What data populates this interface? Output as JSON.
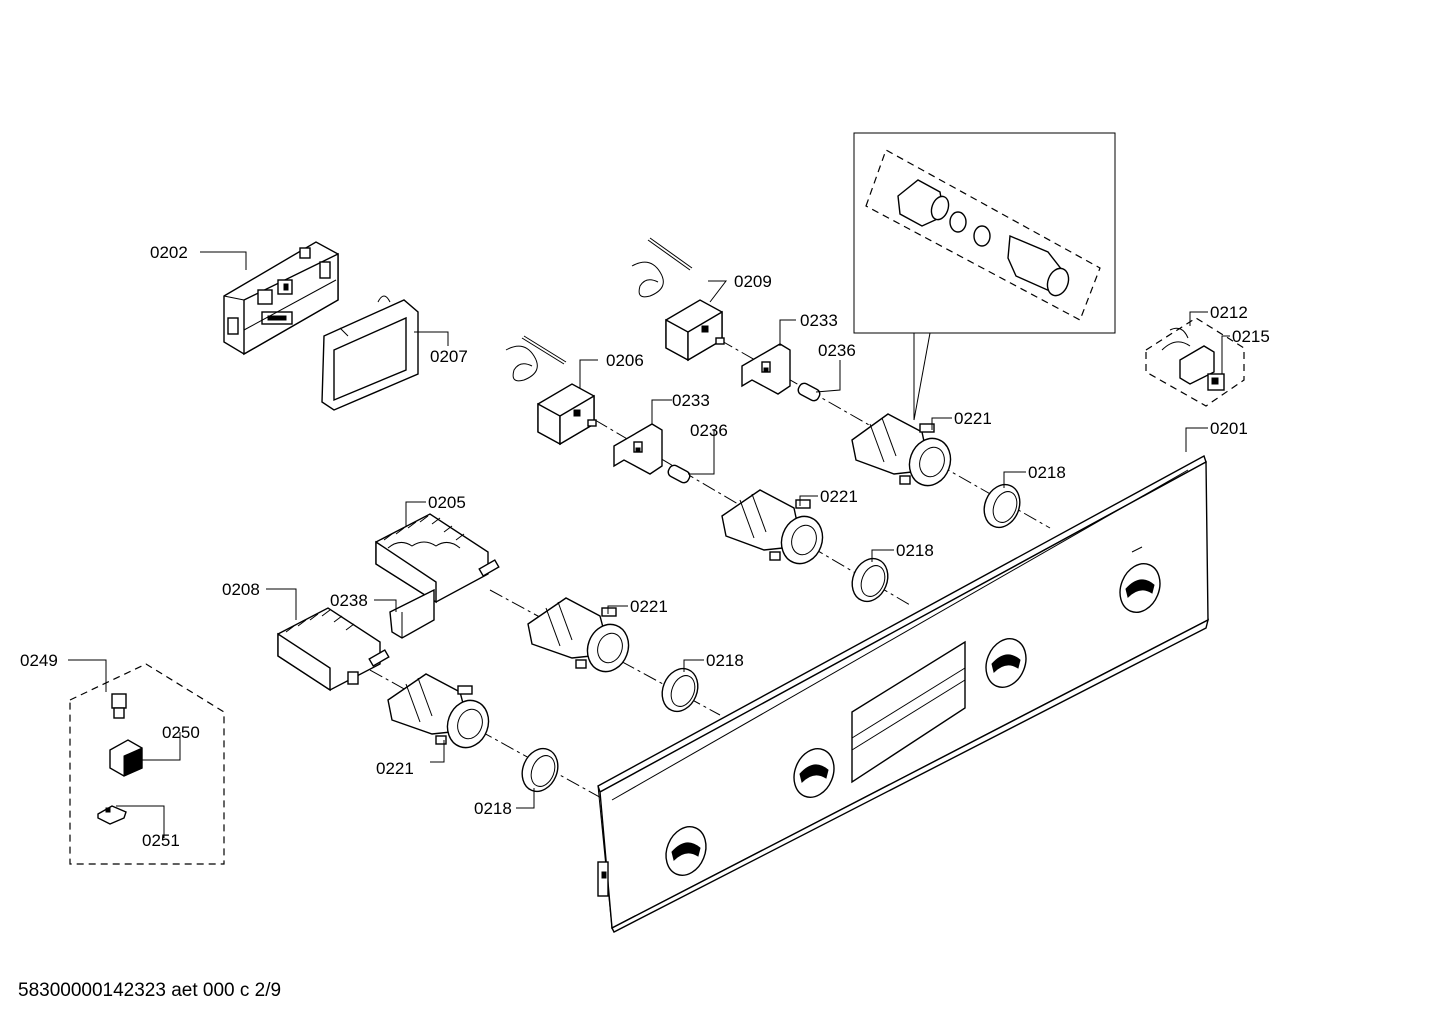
{
  "labels": {
    "p0201": "0201",
    "p0202": "0202",
    "p0205": "0205",
    "p0206": "0206",
    "p0207": "0207",
    "p0208": "0208",
    "p0209": "0209",
    "p0212": "0212",
    "p0215": "0215",
    "p0218_a": "0218",
    "p0218_b": "0218",
    "p0218_c": "0218",
    "p0218_d": "0218",
    "p0221_a": "0221",
    "p0221_b": "0221",
    "p0221_c": "0221",
    "p0221_d": "0221",
    "p0233_a": "0233",
    "p0233_b": "0233",
    "p0236_a": "0236",
    "p0236_b": "0236",
    "p0238": "0238",
    "p0249": "0249",
    "p0250": "0250",
    "p0251": "0251"
  },
  "footer": "58300000142323 aet 000 c 2/9"
}
